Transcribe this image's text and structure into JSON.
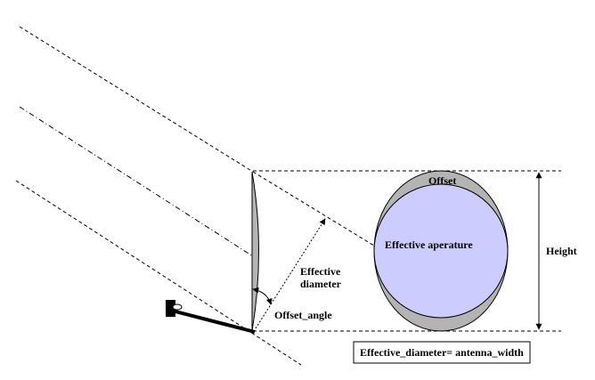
{
  "labels": {
    "offset": "Offset",
    "effective_aperture": "Effective aperature",
    "height": "Height",
    "effective_diameter_line1": "Effective",
    "effective_diameter_line2": "diameter",
    "offset_angle": "Offset_angle",
    "formula": "Effective_diameter= antenna_width"
  },
  "colors": {
    "offset_ellipse_fill": "#b4b4b4",
    "aperture_circle_fill": "#ccccff",
    "line": "#000000",
    "background": "#ffffff"
  }
}
